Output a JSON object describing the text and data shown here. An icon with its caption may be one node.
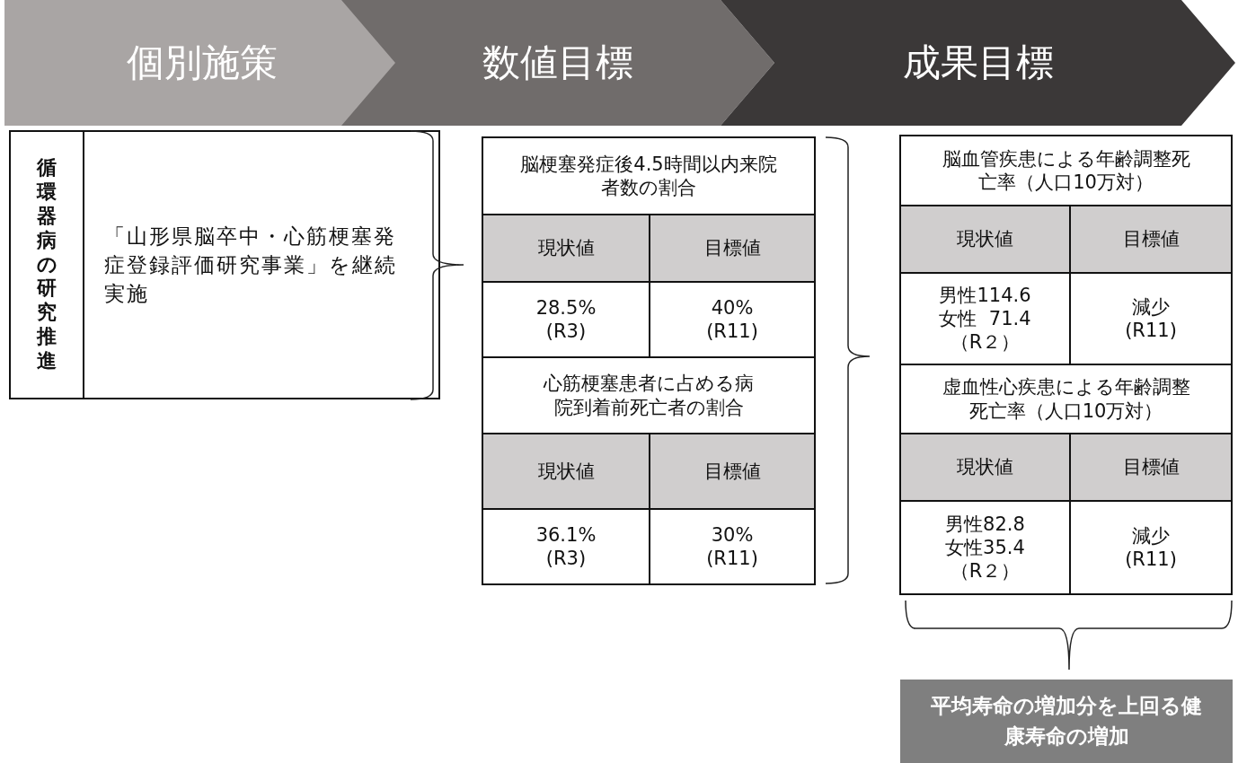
{
  "diagram": {
    "nodes": [
      {
        "text": [
          "個別施策"
        ]
      },
      {
        "text": [
          "数値目標"
        ]
      },
      {
        "text": [
          "成果目標"
        ]
      },
      {
        "text": [
          "循環器病の研究推進"
        ]
      },
      {
        "text": [
          "「山形県脳卒中・心筋梗塞発症登録評価研究事業」を継続実施"
        ]
      },
      {
        "text": [
          "脳梗塞発症後4.5時間以内来院者数の割合"
        ]
      },
      {
        "text": [
          "現状値"
        ]
      },
      {
        "text": [
          "目標値"
        ]
      },
      {
        "text": [
          "28.5%",
          "(R3)"
        ]
      },
      {
        "text": [
          "40%",
          "(R11)"
        ]
      },
      {
        "text": [
          "心筋梗塞患者に占める病院到着前死亡者の割合"
        ]
      },
      {
        "text": [
          "現状値"
        ]
      },
      {
        "text": [
          "目標値"
        ]
      },
      {
        "text": [
          "36.1%",
          "(R3)"
        ]
      },
      {
        "text": [
          "30%",
          "(R11)"
        ]
      },
      {
        "text": [
          "脳血管疾患による年齢調整死亡率（人口10万対）"
        ]
      },
      {
        "text": [
          "現状値"
        ]
      },
      {
        "text": [
          "目標値"
        ]
      },
      {
        "text": [
          "男性114.6",
          "女性  71.4",
          "（R２）"
        ]
      },
      {
        "text": [
          "減少",
          "(R11)"
        ]
      },
      {
        "text": [
          "虚血性心疾患による年齢調整死亡率（人口10万対）"
        ]
      },
      {
        "text": [
          "現状値"
        ]
      },
      {
        "text": [
          "目標値"
        ]
      },
      {
        "text": [
          "男性82.8",
          "女性35.4",
          "（R２）"
        ]
      },
      {
        "text": [
          "減少",
          "(R11)"
        ]
      },
      {
        "text": [
          "平均寿命の増加分を上回る健康寿命の増加"
        ]
      }
    ]
  }
}
